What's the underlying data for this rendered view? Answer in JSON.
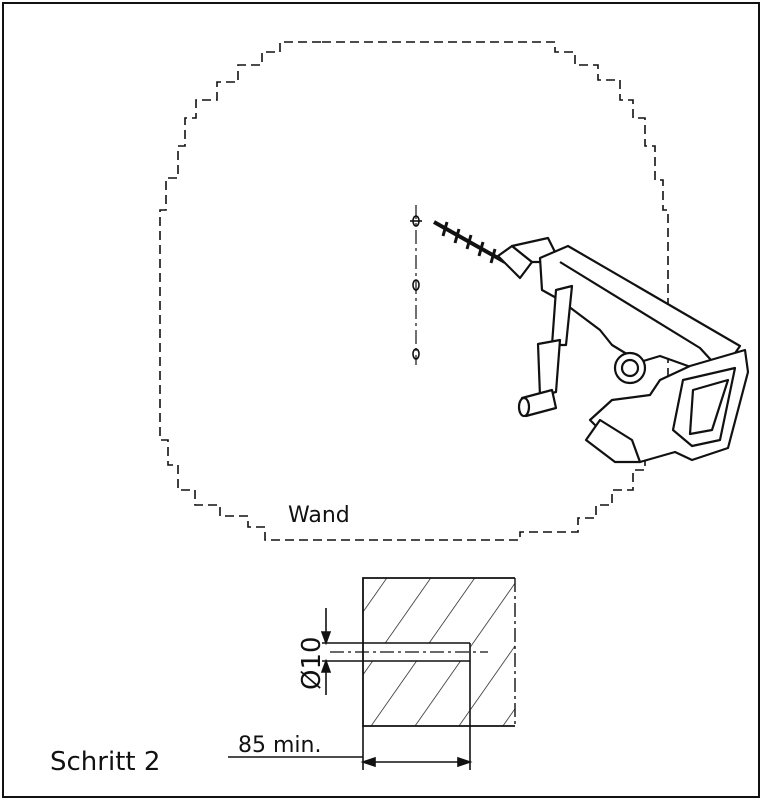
{
  "wall_label": "Wand",
  "step_label": "Schritt 2",
  "diameter_label": "Ø10",
  "depth_label": "85 min.",
  "colors": {
    "ink": "#111111",
    "background": "#ffffff"
  },
  "icons": [
    "rotary-hammer-drill-icon",
    "drill-hole-mark-icon",
    "concrete-section-hatch"
  ]
}
